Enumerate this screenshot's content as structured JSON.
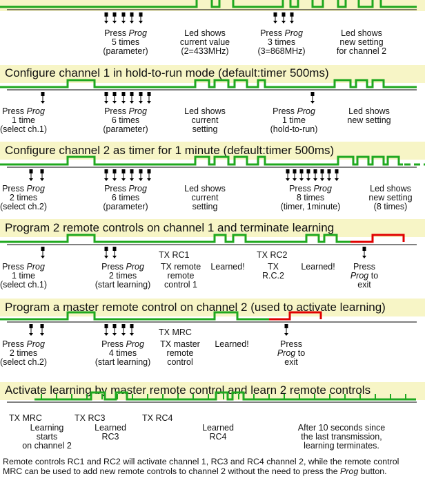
{
  "colors": {
    "band": "#f7f5c6",
    "wave": "#1fa81f",
    "red": "#e00000",
    "ink": "#000000"
  },
  "sections": [
    {
      "title": "",
      "captions": [
        [
          "Press <i>Prog</i>",
          "5 times",
          "(parameter)"
        ],
        [
          "Led shows",
          "current value",
          "(2=433MHz)"
        ],
        [
          "Press <i>Prog</i>",
          "3 times",
          "(3=868MHz)"
        ],
        [
          "Led shows",
          "new setting",
          "for channel 2"
        ]
      ],
      "labels": []
    },
    {
      "title": "Configure channel 1 in hold-to-run mode (default:timer 500ms)",
      "captions": [
        [
          "Press <i>Prog</i>",
          "1 time",
          "(select ch.1)"
        ],
        [
          "Press <i>Prog</i>",
          "6 times",
          "(parameter)"
        ],
        [
          "Led shows",
          "current",
          "setting"
        ],
        [
          "Press <i>Prog</i>",
          "1 time",
          "(hold-to-run)"
        ],
        [
          "Led shows",
          "new setting"
        ]
      ],
      "labels": []
    },
    {
      "title": "Configure channel 2 as timer for 1 minute (default:timer 500ms)",
      "captions": [
        [
          "Press <i>Prog</i>",
          "2 times",
          "(select ch.2)"
        ],
        [
          "Press <i>Prog</i>",
          "6 times",
          "(parameter)"
        ],
        [
          "Led shows",
          "current",
          "setting"
        ],
        [
          "Press <i>Prog</i>",
          "8 times",
          "(timer, 1minute)"
        ],
        [
          "Led shows",
          "new setting",
          "(8 times)"
        ]
      ],
      "labels": []
    },
    {
      "title": "Program 2 remote controls on channel 1 and terminate learning",
      "captions": [
        [
          "Press <i>Prog</i>",
          "1 time",
          "(select ch.1)"
        ],
        [
          "Press <i>Prog</i>",
          "2 times",
          "(start learning)"
        ],
        [
          "TX remote",
          "remote",
          "control 1"
        ],
        [
          "Learned!"
        ],
        [
          "TX",
          "R.C.2"
        ],
        [
          "Learned!"
        ],
        [
          "Press",
          "<i>Prog</i> to",
          "exit"
        ]
      ],
      "labels": [
        "TX RC1",
        "TX RC2"
      ]
    },
    {
      "title": "Program a master remote control on channel 2 (used to activate learning)",
      "captions": [
        [
          "Press <i>Prog</i>",
          "2 times",
          "(select ch.2)"
        ],
        [
          "Press <i>Prog</i>",
          "4 times",
          "(start learning)"
        ],
        [
          "TX master",
          "remote",
          "control"
        ],
        [
          "Learned!"
        ],
        [
          "Press",
          "<i>Prog</i> to",
          "exit"
        ]
      ],
      "labels": [
        "TX MRC"
      ]
    },
    {
      "title": "Activate learning by master remote control and learn 2 remote controls",
      "captions": [
        [
          "Learning",
          "starts",
          "on channel 2"
        ],
        [
          "Learned",
          "RC3"
        ],
        [
          "Learned",
          "RC4"
        ],
        [
          "After 10 seconds since",
          "the last transmission,",
          "learning terminates."
        ]
      ],
      "labels": [
        "TX MRC",
        "TX RC3",
        "TX RC4"
      ]
    }
  ],
  "footer": "Remote controls RC1 and RC2 will activate channel 1, RC3 and RC4 channel 2, while the remote control MRC can be used to add new remote controls to channel 2 without the need to press the <i>Prog</i> button."
}
